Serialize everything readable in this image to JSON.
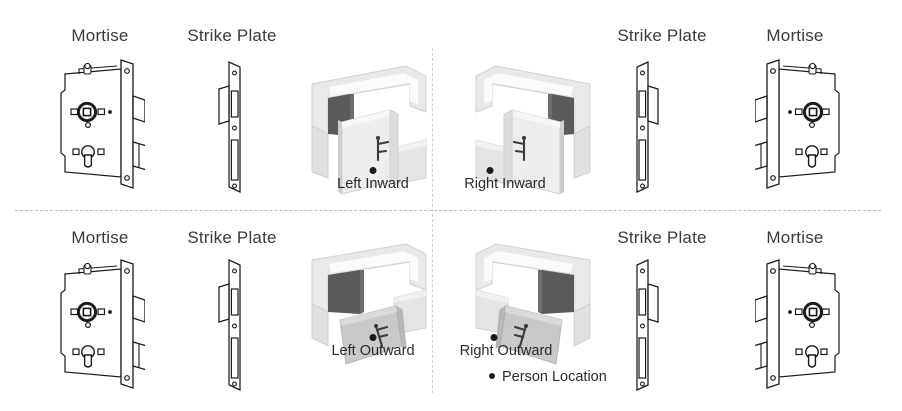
{
  "diagram": {
    "title_semantics": "door-handing-orientation-chart",
    "quadrants": [
      {
        "id": "left-inward",
        "mortise_label": "Mortise",
        "strike_label": "Strike Plate",
        "door_caption": "Left Inward"
      },
      {
        "id": "right-inward",
        "mortise_label": "Mortise",
        "strike_label": "Strike Plate",
        "door_caption": "Right Inward"
      },
      {
        "id": "left-outward",
        "mortise_label": "Mortise",
        "strike_label": "Strike Plate",
        "door_caption": "Left Outward"
      },
      {
        "id": "right-outward",
        "mortise_label": "Mortise",
        "strike_label": "Strike Plate",
        "door_caption": "Right Outward"
      }
    ],
    "legend": {
      "person_location_label": "Person Location",
      "bullet": "•"
    },
    "colors": {
      "frame_light": "#e9e9e9",
      "frame_mid": "#d6d6d6",
      "frame_panel": "#efefef",
      "shadow_dark": "#5a5a5a",
      "outline": "#1b1b1b",
      "divider": "#c4c4c4",
      "text": "#2b2b2b"
    }
  }
}
